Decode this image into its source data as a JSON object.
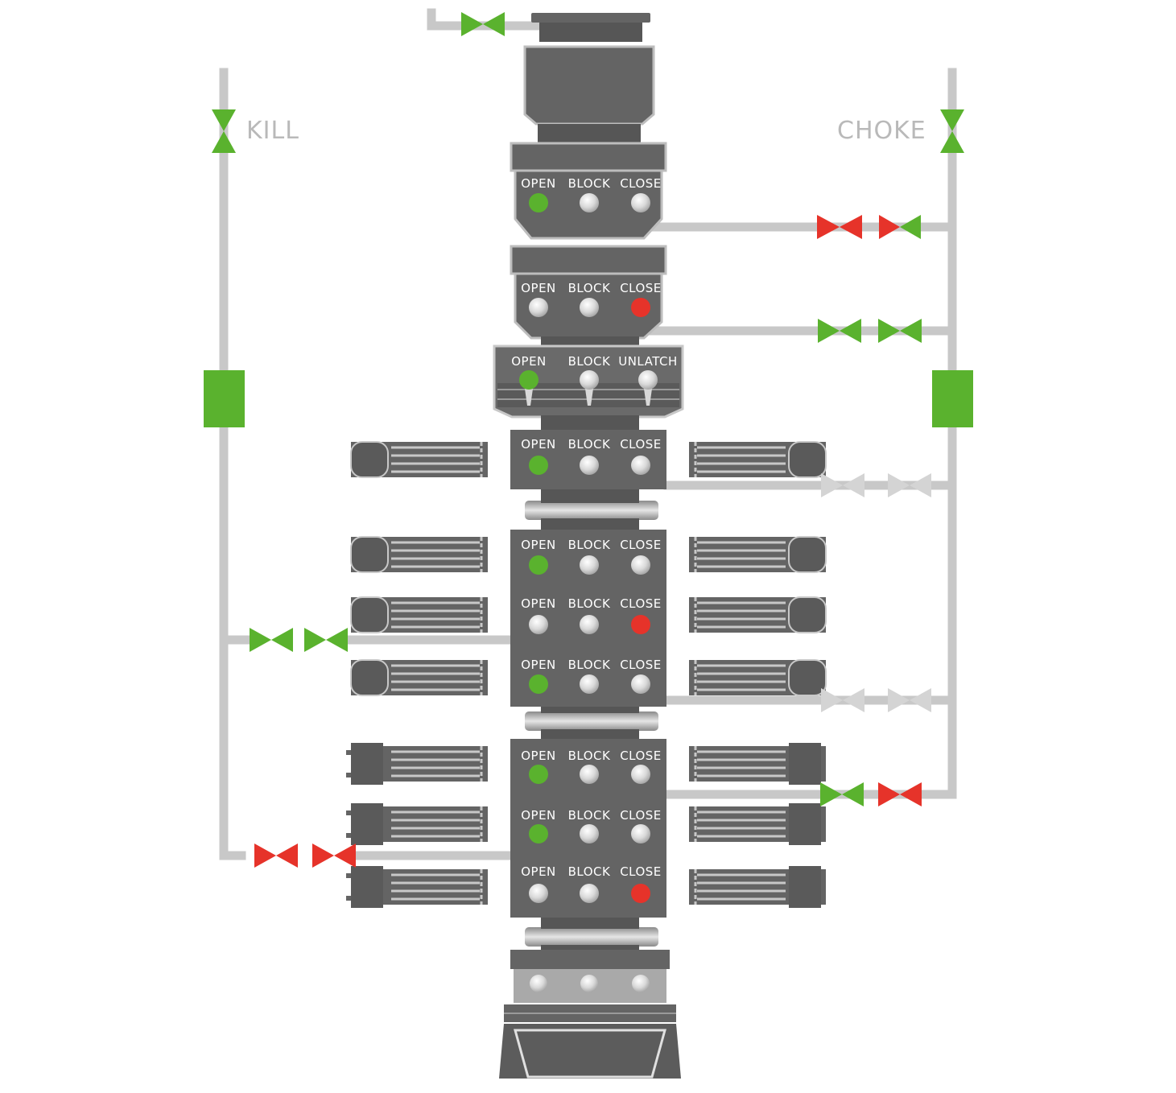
{
  "labels": {
    "kill": "KILL",
    "choke": "CHOKE"
  },
  "colors": {
    "body": "#646464",
    "pipe": "#c8c8c8",
    "open": "#5ab22e",
    "close": "#e6332a",
    "idle": "#e0e0e0"
  },
  "modules": [
    {
      "id": "annular-upper",
      "labels": [
        "OPEN",
        "BLOCK",
        "CLOSE"
      ],
      "active": "open"
    },
    {
      "id": "annular-lower",
      "labels": [
        "OPEN",
        "BLOCK",
        "CLOSE"
      ],
      "active": "close"
    },
    {
      "id": "connector",
      "labels": [
        "OPEN",
        "BLOCK",
        "UNLATCH"
      ],
      "active": "open"
    },
    {
      "id": "ram-1",
      "labels": [
        "OPEN",
        "BLOCK",
        "CLOSE"
      ],
      "active": "open"
    },
    {
      "id": "ram-2",
      "labels": [
        "OPEN",
        "BLOCK",
        "CLOSE"
      ],
      "active": "open"
    },
    {
      "id": "ram-3",
      "labels": [
        "OPEN",
        "BLOCK",
        "CLOSE"
      ],
      "active": "close"
    },
    {
      "id": "ram-4",
      "labels": [
        "OPEN",
        "BLOCK",
        "CLOSE"
      ],
      "active": "open"
    },
    {
      "id": "ram-5",
      "labels": [
        "OPEN",
        "BLOCK",
        "CLOSE"
      ],
      "active": "open"
    },
    {
      "id": "ram-6",
      "labels": [
        "OPEN",
        "BLOCK",
        "CLOSE"
      ],
      "active": "open"
    },
    {
      "id": "ram-7",
      "labels": [
        "OPEN",
        "BLOCK",
        "CLOSE"
      ],
      "active": "close"
    }
  ],
  "valves": {
    "top": [
      "open",
      "open"
    ],
    "kill_main": "open",
    "choke_main": "open",
    "choke_1": [
      "closed",
      "closed",
      "closed",
      "open"
    ],
    "choke_2": [
      "open",
      "open",
      "open",
      "open"
    ],
    "choke_3": [
      "idle",
      "idle",
      "idle",
      "idle"
    ],
    "kill_1": [
      "open",
      "open",
      "open",
      "open"
    ],
    "choke_4": [
      "idle",
      "idle",
      "idle",
      "idle"
    ],
    "choke_5": [
      "open",
      "open",
      "closed",
      "closed"
    ],
    "kill_2": [
      "closed",
      "closed",
      "closed",
      "closed"
    ]
  }
}
